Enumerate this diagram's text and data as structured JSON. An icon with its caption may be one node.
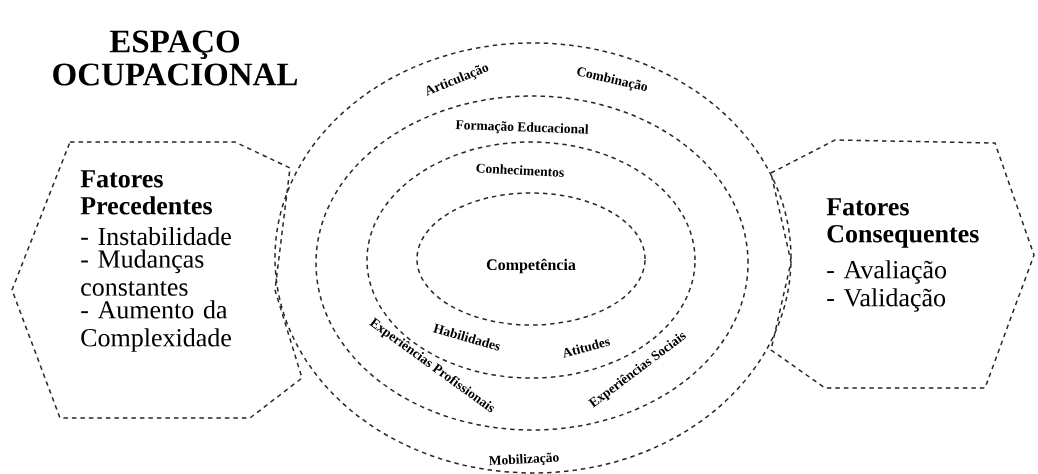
{
  "diagram": {
    "title": "ESPAÇO OCUPACIONAL",
    "nodes": [
      {
        "text": [
          "Fatores Precedentes",
          "- Instabilidade",
          "- Mudanças constantes",
          "- Aumento da Complexidade"
        ]
      },
      {
        "text": [
          "Articulação",
          "Combinação",
          "Mobilização"
        ]
      },
      {
        "text": [
          "Formação Educacional",
          "Experiências Profissionais",
          "Experiências Sociais"
        ],
        "in": 1
      },
      {
        "text": [
          "Conhecimentos",
          "Habilidades",
          "Atitudes"
        ],
        "in": 2
      },
      {
        "text": [
          "Competência"
        ],
        "in": 3
      },
      {
        "text": [
          "Fatores Consequentes",
          "- Avaliação",
          "- Validação"
        ]
      }
    ],
    "edges": []
  }
}
